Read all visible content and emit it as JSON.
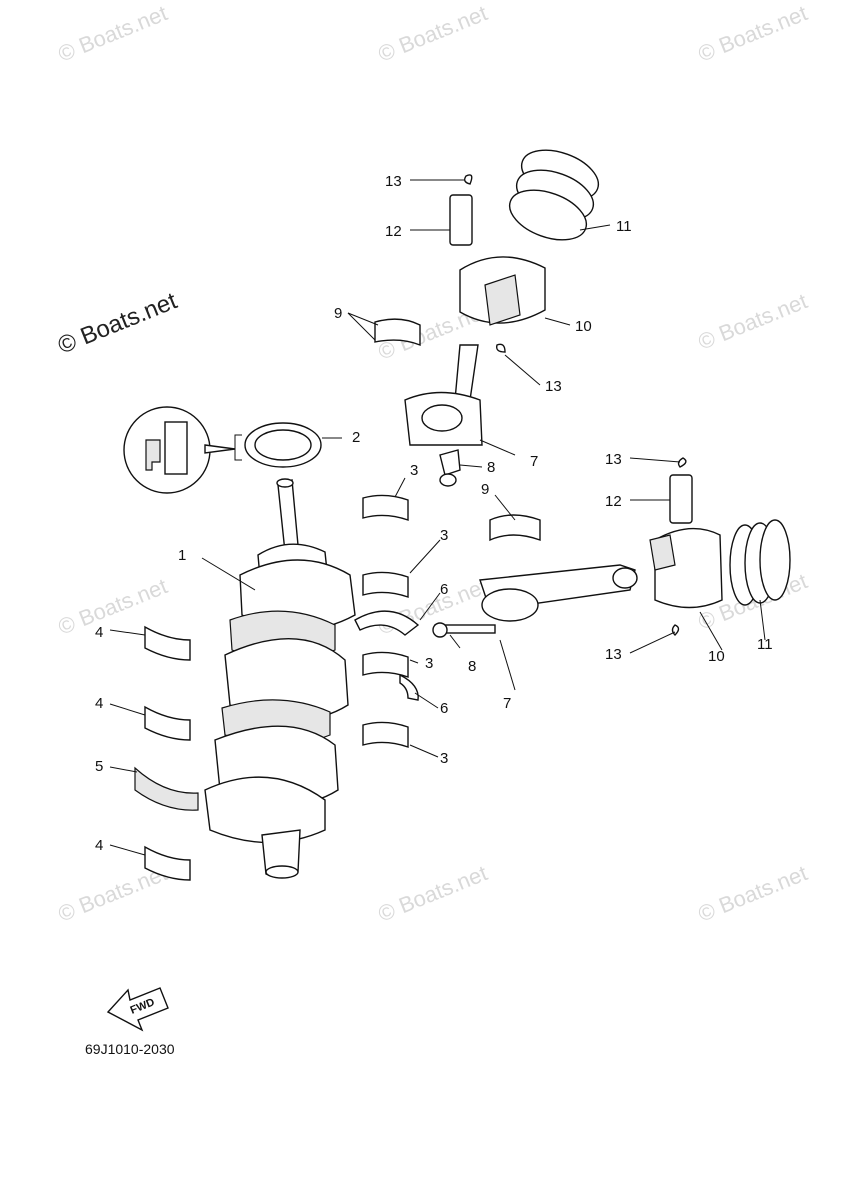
{
  "diagram": {
    "part_code": "69J1010-2030",
    "fwd_label": "FWD",
    "watermark": "© Boats.net",
    "callouts": [
      "1",
      "2",
      "3",
      "4",
      "5",
      "6",
      "7",
      "8",
      "9",
      "10",
      "11",
      "12",
      "13"
    ]
  }
}
